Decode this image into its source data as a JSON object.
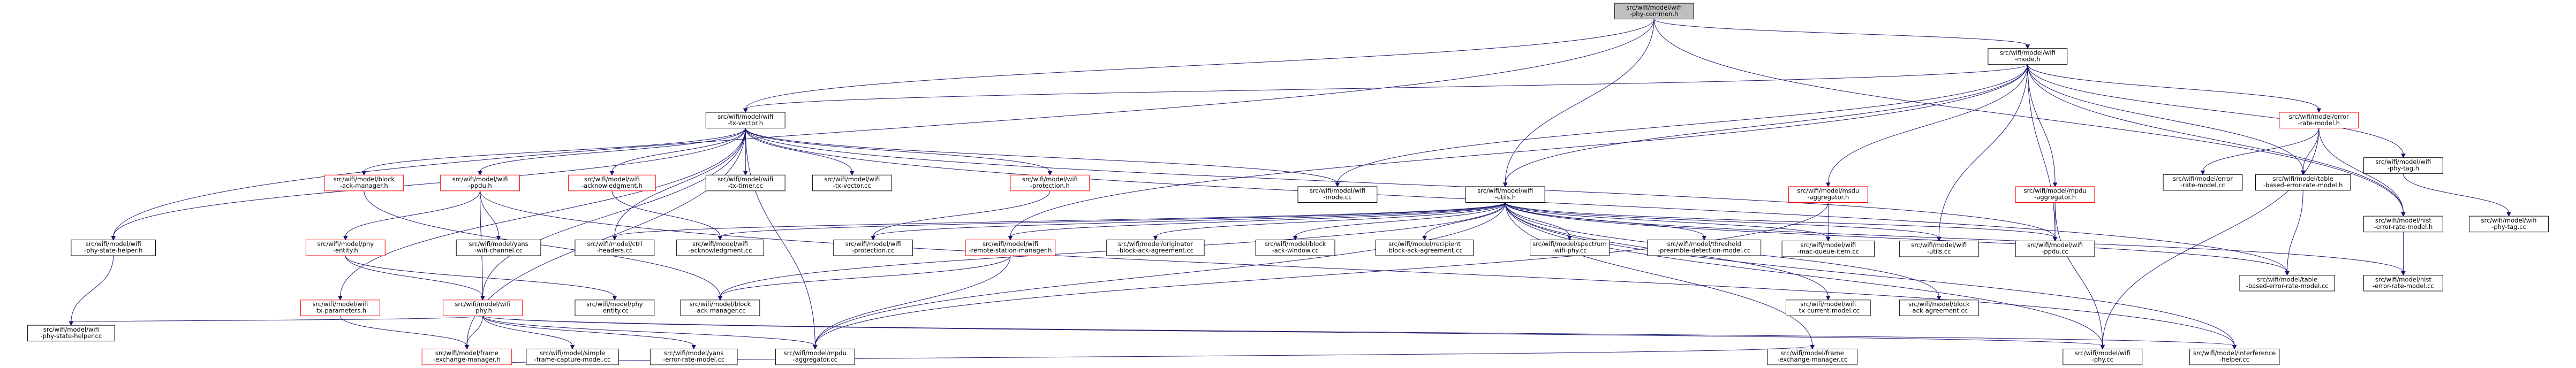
{
  "graph": {
    "title": "",
    "edge_color": "#191970",
    "root_fill": "#bfbfbf",
    "incomplete_border_color": "#ff0000",
    "nodes": [
      {
        "id": "root",
        "lines": [
          "src/wifi/model/wifi",
          "-phy-common.h"
        ],
        "style": "root"
      },
      {
        "id": "mode",
        "lines": [
          "src/wifi/model/wifi",
          "-mode.h"
        ]
      },
      {
        "id": "txv",
        "lines": [
          "src/wifi/model/wifi",
          "-tx-vector.h"
        ]
      },
      {
        "id": "utils",
        "lines": [
          "src/wifi/model/wifi",
          "-utils.h"
        ]
      },
      {
        "id": "ermh",
        "lines": [
          "src/wifi/model/error",
          "-rate-model.h"
        ],
        "style": "red"
      },
      {
        "id": "ptagh",
        "lines": [
          "src/wifi/model/wifi",
          "-phy-tag.h"
        ]
      },
      {
        "id": "ptagcc",
        "lines": [
          "src/wifi/model/wifi",
          "-phy-tag.cc"
        ]
      },
      {
        "id": "nisth",
        "lines": [
          "src/wifi/model/nist",
          "-error-rate-model.h"
        ]
      },
      {
        "id": "nistcc",
        "lines": [
          "src/wifi/model/nist",
          "-error-rate-model.cc"
        ]
      },
      {
        "id": "tableh",
        "lines": [
          "src/wifi/model/table",
          "-based-error-rate-model.h"
        ]
      },
      {
        "id": "tablecc",
        "lines": [
          "src/wifi/model/table",
          "-based-error-rate-model.cc"
        ]
      },
      {
        "id": "ermcc",
        "lines": [
          "src/wifi/model/error",
          "-rate-model.cc"
        ]
      },
      {
        "id": "modecc",
        "lines": [
          "src/wifi/model/wifi",
          "-mode.cc"
        ]
      },
      {
        "id": "mpduaggh",
        "lines": [
          "src/wifi/model/mpdu",
          "-aggregator.h"
        ],
        "style": "red"
      },
      {
        "id": "msduaggh",
        "lines": [
          "src/wifi/model/msdu",
          "-aggregator.h"
        ],
        "style": "red"
      },
      {
        "id": "mqicc",
        "lines": [
          "src/wifi/model/wifi",
          "-mac-queue-item.cc"
        ]
      },
      {
        "id": "utilscc",
        "lines": [
          "src/wifi/model/wifi",
          "-utils.cc"
        ]
      },
      {
        "id": "ppducc",
        "lines": [
          "src/wifi/model/wifi",
          "-ppdu.cc"
        ]
      },
      {
        "id": "bamh",
        "lines": [
          "src/wifi/model/block",
          "-ack-manager.h"
        ],
        "style": "red"
      },
      {
        "id": "ppduh",
        "lines": [
          "src/wifi/model/wifi",
          "-ppdu.h"
        ],
        "style": "red"
      },
      {
        "id": "ackh",
        "lines": [
          "src/wifi/model/wifi",
          "-acknowledgment.h"
        ],
        "style": "red"
      },
      {
        "id": "timercc",
        "lines": [
          "src/wifi/model/wifi",
          "-tx-timer.cc"
        ]
      },
      {
        "id": "txvcc",
        "lines": [
          "src/wifi/model/wifi",
          "-tx-vector.cc"
        ]
      },
      {
        "id": "protech",
        "lines": [
          "src/wifi/model/wifi",
          "-protection.h"
        ],
        "style": "red"
      },
      {
        "id": "physth",
        "lines": [
          "src/wifi/model/wifi",
          "-phy-state-helper.h"
        ]
      },
      {
        "id": "phyenth",
        "lines": [
          "src/wifi/model/phy",
          "-entity.h"
        ],
        "style": "red"
      },
      {
        "id": "yanscc",
        "lines": [
          "src/wifi/model/yans",
          "-wifi-channel.cc"
        ]
      },
      {
        "id": "ctrlh",
        "lines": [
          "src/wifi/model/ctrl",
          "-headers.cc"
        ]
      },
      {
        "id": "ackcc",
        "lines": [
          "src/wifi/model/wifi",
          "-acknowledgment.cc"
        ]
      },
      {
        "id": "protcc",
        "lines": [
          "src/wifi/model/wifi",
          "-protection.cc"
        ]
      },
      {
        "id": "rsmh",
        "lines": [
          "src/wifi/model/wifi",
          "-remote-station-manager.h"
        ],
        "style": "red"
      },
      {
        "id": "origcc",
        "lines": [
          "src/wifi/model/originator",
          "-block-ack-agreement.cc"
        ]
      },
      {
        "id": "bawcc",
        "lines": [
          "src/wifi/model/block",
          "-ack-window.cc"
        ]
      },
      {
        "id": "reccc",
        "lines": [
          "src/wifi/model/recipient",
          "-block-ack-agreement.cc"
        ]
      },
      {
        "id": "speccc",
        "lines": [
          "src/wifi/model/spectrum",
          "-wifi-phy.cc"
        ]
      },
      {
        "id": "thrcc",
        "lines": [
          "src/wifi/model/threshold",
          "-preamble-detection-model.cc"
        ]
      },
      {
        "id": "curcc",
        "lines": [
          "src/wifi/model/wifi",
          "-tx-current-model.cc"
        ]
      },
      {
        "id": "bagcc",
        "lines": [
          "src/wifi/model/block",
          "-ack-agreement.cc"
        ]
      },
      {
        "id": "physcc",
        "lines": [
          "src/wifi/model/wifi",
          "-phy-state-helper.cc"
        ]
      },
      {
        "id": "txparh",
        "lines": [
          "src/wifi/model/wifi",
          "-tx-parameters.h"
        ],
        "style": "red"
      },
      {
        "id": "phyh",
        "lines": [
          "src/wifi/model/wifi",
          "-phy.h"
        ],
        "style": "red"
      },
      {
        "id": "phyencc",
        "lines": [
          "src/wifi/model/phy",
          "-entity.cc"
        ]
      },
      {
        "id": "bamcc",
        "lines": [
          "src/wifi/model/block",
          "-ack-manager.cc"
        ]
      },
      {
        "id": "fxmh",
        "lines": [
          "src/wifi/model/frame",
          "-exchange-manager.h"
        ],
        "style": "red"
      },
      {
        "id": "simcc",
        "lines": [
          "src/wifi/model/simple",
          "-frame-capture-model.cc"
        ]
      },
      {
        "id": "yanserrcc",
        "lines": [
          "src/wifi/model/yans",
          "-error-rate-model.cc"
        ]
      },
      {
        "id": "mpduaggcc",
        "lines": [
          "src/wifi/model/mpdu",
          "-aggregator.cc"
        ]
      },
      {
        "id": "phycc",
        "lines": [
          "src/wifi/model/wifi",
          "-phy.cc"
        ]
      },
      {
        "id": "intcc",
        "lines": [
          "src/wifi/model/interference",
          "-helper.cc"
        ]
      },
      {
        "id": "fxmcc",
        "lines": [
          "src/wifi/model/frame",
          "-exchange-manager.cc"
        ]
      }
    ],
    "edges": [
      [
        "root",
        "mode"
      ],
      [
        "root",
        "txv"
      ],
      [
        "root",
        "utils"
      ],
      [
        "root",
        "physth"
      ],
      [
        "root",
        "nisth"
      ],
      [
        "mode",
        "txv"
      ],
      [
        "mode",
        "utils"
      ],
      [
        "mode",
        "ermh"
      ],
      [
        "mode",
        "ptagh"
      ],
      [
        "mode",
        "nisth"
      ],
      [
        "mode",
        "tableh"
      ],
      [
        "mode",
        "modecc"
      ],
      [
        "mode",
        "mpduaggh"
      ],
      [
        "mode",
        "msduaggh"
      ],
      [
        "mode",
        "ppducc"
      ],
      [
        "mode",
        "utilscc"
      ],
      [
        "mode",
        "rsmh"
      ],
      [
        "ermh",
        "ermcc"
      ],
      [
        "ermh",
        "nisth"
      ],
      [
        "ermh",
        "tableh"
      ],
      [
        "ermh",
        "phycc"
      ],
      [
        "ptagh",
        "ptagcc"
      ],
      [
        "nisth",
        "nistcc"
      ],
      [
        "tableh",
        "tablecc"
      ],
      [
        "txv",
        "bamh"
      ],
      [
        "txv",
        "ppduh"
      ],
      [
        "txv",
        "ackh"
      ],
      [
        "txv",
        "timercc"
      ],
      [
        "txv",
        "txvcc"
      ],
      [
        "txv",
        "protech"
      ],
      [
        "txv",
        "physth"
      ],
      [
        "txv",
        "modecc"
      ],
      [
        "txv",
        "txparh"
      ],
      [
        "txv",
        "fxmh"
      ],
      [
        "txv",
        "mpduaggcc"
      ],
      [
        "txv",
        "tablecc"
      ],
      [
        "txv",
        "ppducc"
      ],
      [
        "txv",
        "phyh"
      ],
      [
        "txv",
        "ctrlh"
      ],
      [
        "utils",
        "ctrlh"
      ],
      [
        "utils",
        "ackcc"
      ],
      [
        "utils",
        "protcc"
      ],
      [
        "utils",
        "rsmh"
      ],
      [
        "utils",
        "origcc"
      ],
      [
        "utils",
        "bawcc"
      ],
      [
        "utils",
        "reccc"
      ],
      [
        "utils",
        "speccc"
      ],
      [
        "utils",
        "thrcc"
      ],
      [
        "utils",
        "curcc"
      ],
      [
        "utils",
        "bagcc"
      ],
      [
        "utils",
        "mqicc"
      ],
      [
        "utils",
        "utilscc"
      ],
      [
        "utils",
        "ppducc"
      ],
      [
        "utils",
        "tablecc"
      ],
      [
        "utils",
        "nistcc"
      ],
      [
        "utils",
        "phycc"
      ],
      [
        "utils",
        "intcc"
      ],
      [
        "utils",
        "bamcc"
      ],
      [
        "utils",
        "mpduaggcc"
      ],
      [
        "utils",
        "fxmcc"
      ],
      [
        "mpduaggh",
        "ppducc"
      ],
      [
        "mpduaggh",
        "phycc"
      ],
      [
        "msduaggh",
        "mqicc"
      ],
      [
        "msduaggh",
        "mpduaggcc"
      ],
      [
        "bamh",
        "bamcc"
      ],
      [
        "ppduh",
        "phyenth"
      ],
      [
        "ppduh",
        "yanscc"
      ],
      [
        "ppduh",
        "phyh"
      ],
      [
        "ppduh",
        "intcc"
      ],
      [
        "ackh",
        "ackcc"
      ],
      [
        "protech",
        "protcc"
      ],
      [
        "physth",
        "physcc"
      ],
      [
        "phyenth",
        "phyencc"
      ],
      [
        "phyenth",
        "phyh"
      ],
      [
        "rsmh",
        "bamcc"
      ],
      [
        "rsmh",
        "mpduaggcc"
      ],
      [
        "txparh",
        "fxmh"
      ],
      [
        "phyh",
        "fxmh"
      ],
      [
        "phyh",
        "physcc"
      ],
      [
        "phyh",
        "simcc"
      ],
      [
        "phyh",
        "yanserrcc"
      ],
      [
        "phyh",
        "mpduaggcc"
      ],
      [
        "phyh",
        "phycc"
      ],
      [
        "phyh",
        "intcc"
      ],
      [
        "fxmh",
        "fxmcc"
      ]
    ]
  }
}
